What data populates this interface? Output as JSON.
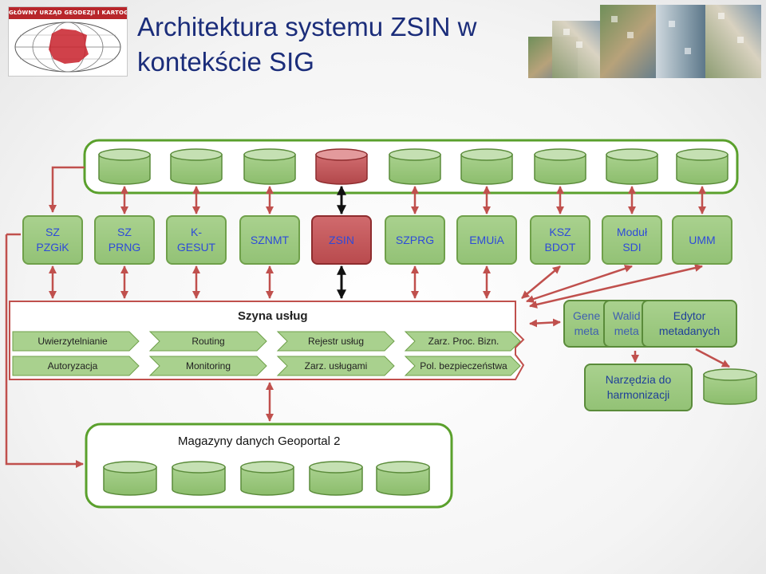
{
  "header": {
    "logo_text": "GŁÓWNY URZĄD GEODEZJI I KARTOGRAFII",
    "title_line1": "Architektura systemu ZSIN w",
    "title_line2": "kontekście SIG"
  },
  "modules": [
    {
      "label": "SZ\nPZGiK",
      "highlight": false
    },
    {
      "label": "SZ\nPRNG",
      "highlight": false
    },
    {
      "label": "K-\nGESUT",
      "highlight": false
    },
    {
      "label": "SZNMT",
      "highlight": false
    },
    {
      "label": "ZSIN",
      "highlight": true
    },
    {
      "label": "SZPRG",
      "highlight": false
    },
    {
      "label": "EMUiA",
      "highlight": false
    },
    {
      "label": "KSZ\nBDOT",
      "highlight": false
    },
    {
      "label": "Moduł\nSDI",
      "highlight": false
    },
    {
      "label": "UMM",
      "highlight": false
    }
  ],
  "service_bus": {
    "title": "Szyna usług",
    "row1": [
      "Uwierzytelnianie",
      "Routing",
      "Rejestr usług",
      "Zarz. Proc. Bizn."
    ],
    "row2": [
      "Autoryzacja",
      "Monitoring",
      "Zarz. usługami",
      "Pol. bezpieczeństwa"
    ]
  },
  "metadata_tools": {
    "generator": "Gene\nmeta",
    "validator": "Walid\nmeta",
    "editor": "Edytor\nmetadanych",
    "harmonization": "Narzędzia do\nharmonizacji"
  },
  "data_store": {
    "title": "Magazyny danych Geoportal 2"
  },
  "colors": {
    "module_green": "#9bc97e",
    "highlight_red": "#c0504d",
    "arrow_red": "#c0504d",
    "panel_border": "#5aa02c",
    "text_blue": "#2e4bd8",
    "title_blue": "#1b2d7a"
  }
}
